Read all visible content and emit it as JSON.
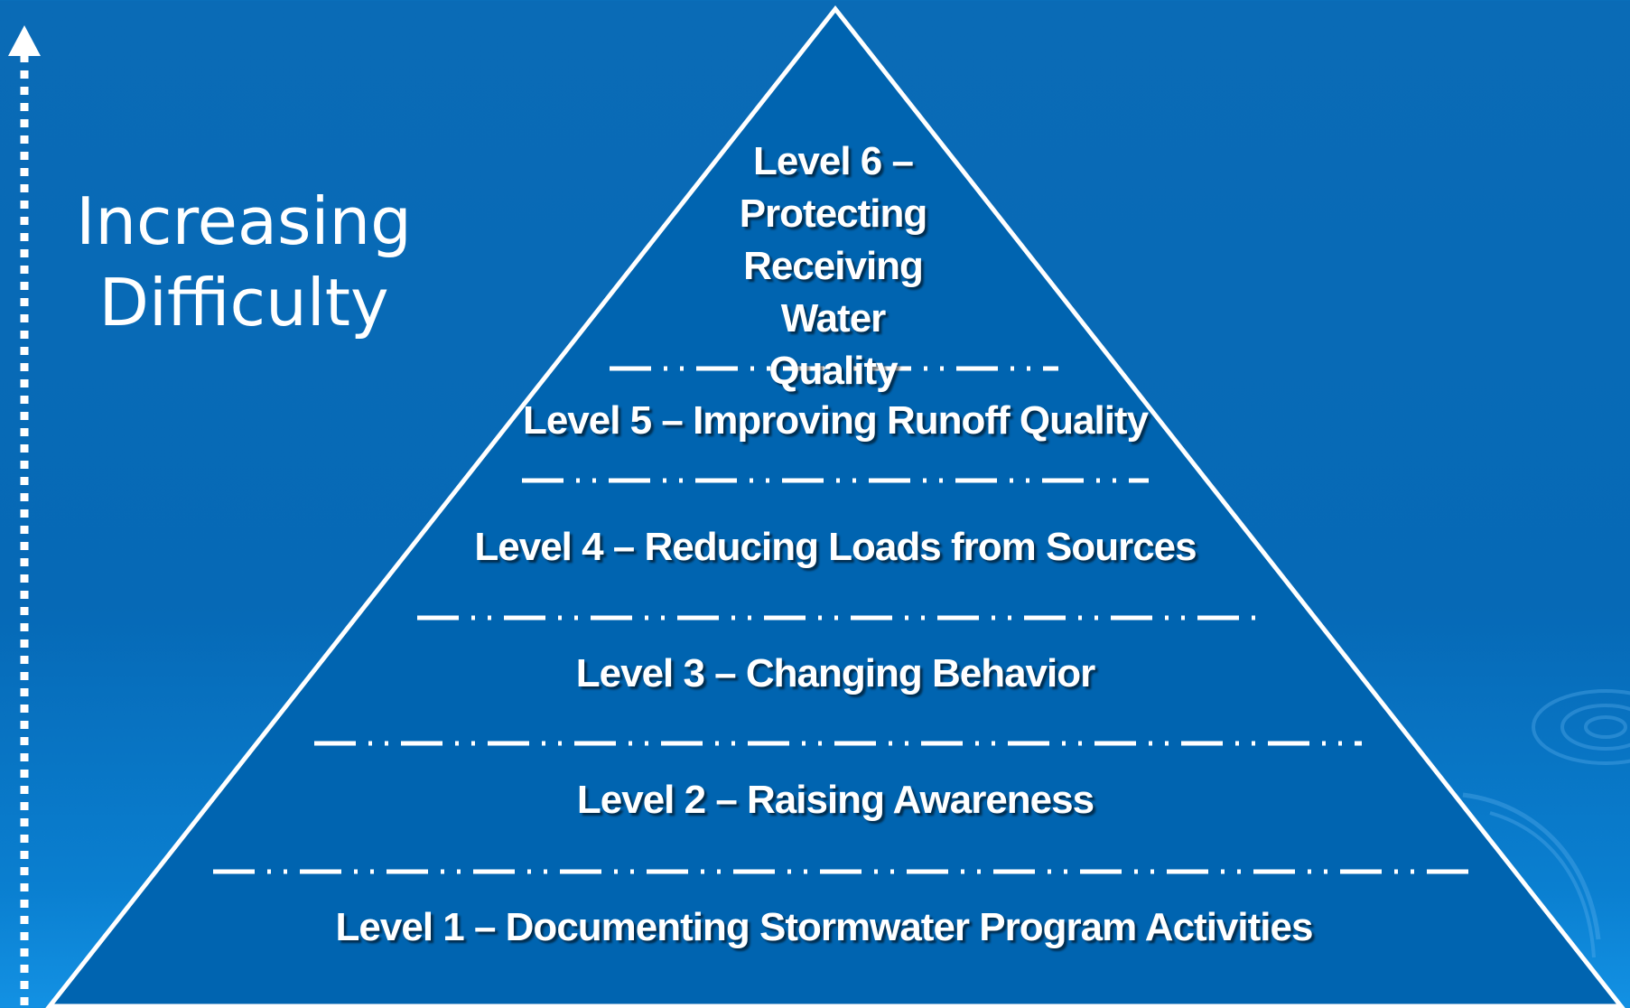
{
  "axis": {
    "label_line1": "Increasing",
    "label_line2": "Difficulty"
  },
  "levels": [
    {
      "text": "Level 1 – Documenting Stormwater Program Activities"
    },
    {
      "text": "Level 2 – Raising Awareness"
    },
    {
      "text": "Level 3 – Changing Behavior"
    },
    {
      "text": "Level 4 – Reducing Loads from Sources"
    },
    {
      "text": "Level 5 – Improving Runoff Quality"
    },
    {
      "text": "Level 6 – Protecting Receiving Water Quality"
    }
  ],
  "colors": {
    "background": "#0669b6",
    "pyramid_fill": "#0064b0",
    "line": "#ffffff"
  },
  "icons": [
    "up-arrow-icon",
    "ripple-icon"
  ]
}
